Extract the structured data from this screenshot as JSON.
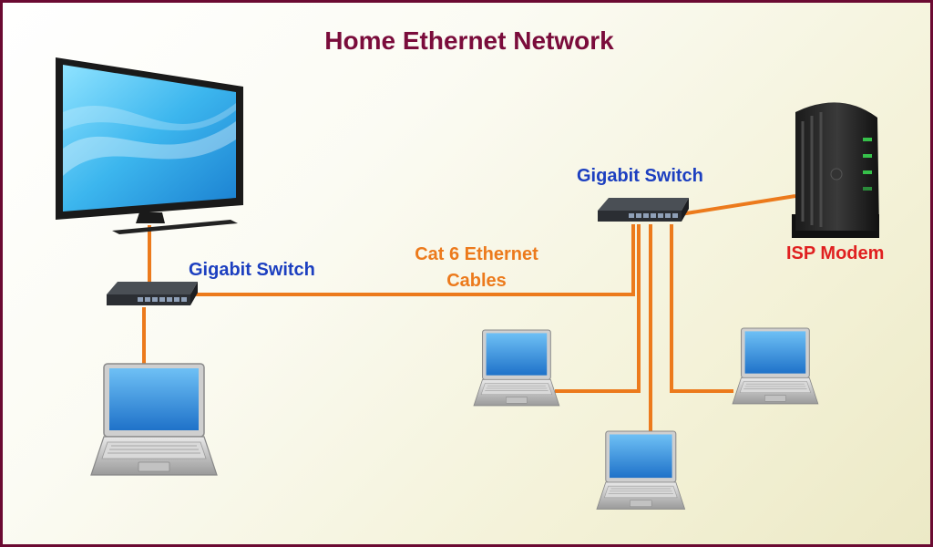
{
  "title": "Home Ethernet Network",
  "labels": {
    "switch_left": "Gigabit Switch",
    "switch_right": "Gigabit Switch",
    "cables_line1": "Cat 6 Ethernet",
    "cables_line2": "Cables",
    "modem": "ISP Modem"
  },
  "colors": {
    "title": "#7a0c3b",
    "switch_label": "#1c3fc0",
    "cable": "#ec7a1c",
    "modem_label": "#e02020",
    "border": "#6b0a32"
  },
  "devices": [
    "tv-icon",
    "switch-icon",
    "switch-icon",
    "modem-icon",
    "laptop-icon",
    "laptop-icon",
    "laptop-icon",
    "laptop-icon"
  ]
}
